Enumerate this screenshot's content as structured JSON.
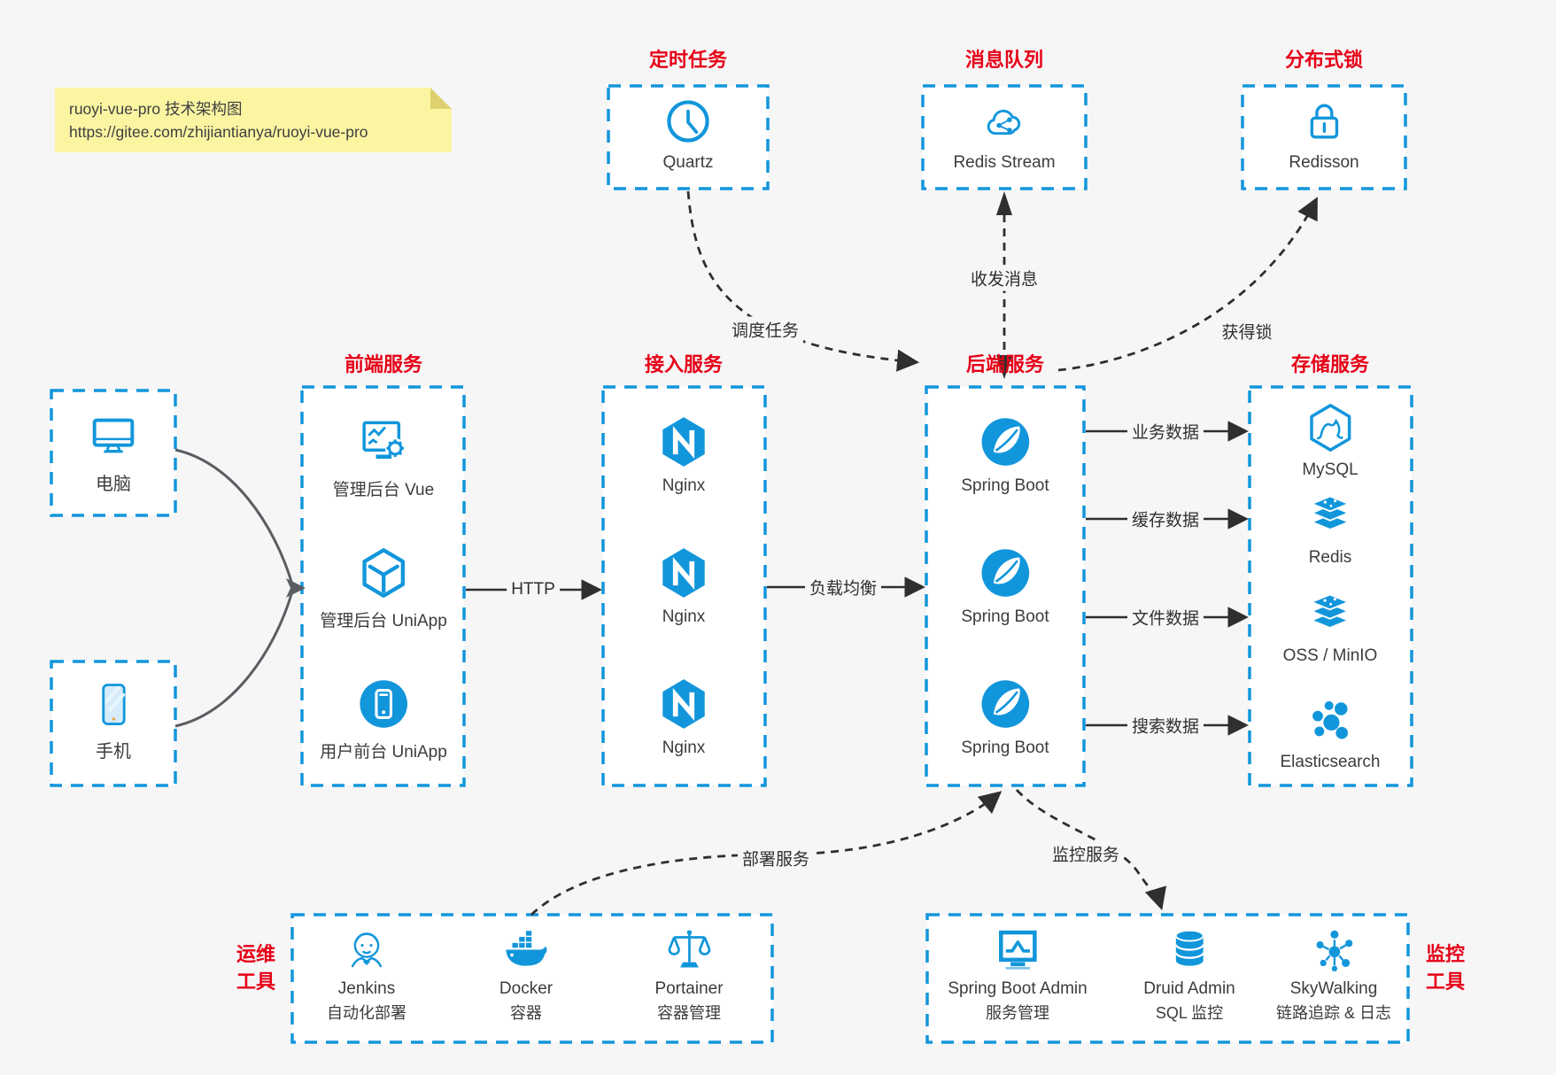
{
  "colors": {
    "accent_blue": "#1296db",
    "title_red": "#e60017",
    "note_yellow": "#fbf5a2",
    "arrow_dark": "#2f2f2f",
    "arrow_gray": "#5a5d61",
    "page_bg": "#f6f6f7"
  },
  "note": {
    "line1": "ruoyi-vue-pro 技术架构图",
    "line2": "https://gitee.com/zhijiantianya/ruoyi-vue-pro"
  },
  "top_services": [
    {
      "title": "定时任务",
      "item": "Quartz",
      "icon": "clock-icon"
    },
    {
      "title": "消息队列",
      "item": "Redis Stream",
      "icon": "cloud-stream-icon"
    },
    {
      "title": "分布式锁",
      "item": "Redisson",
      "icon": "lock-icon"
    }
  ],
  "clients": [
    {
      "label": "电脑",
      "icon": "desktop-icon"
    },
    {
      "label": "手机",
      "icon": "smartphone-icon"
    }
  ],
  "columns": [
    {
      "title": "前端服务",
      "items": [
        "管理后台 Vue",
        "管理后台 UniApp",
        "用户前台 UniApp"
      ]
    },
    {
      "title": "接入服务",
      "items": [
        "Nginx",
        "Nginx",
        "Nginx"
      ]
    },
    {
      "title": "后端服务",
      "items": [
        "Spring Boot",
        "Spring Boot",
        "Spring Boot"
      ]
    },
    {
      "title": "存储服务",
      "items": [
        "MySQL",
        "Redis",
        "OSS / MinIO",
        "Elasticsearch"
      ]
    }
  ],
  "edges": {
    "http": "HTTP",
    "load_balance": "负载均衡",
    "schedule": "调度任务",
    "message": "收发消息",
    "lock": "获得锁",
    "business": "业务数据",
    "cache": "缓存数据",
    "file": "文件数据",
    "search": "搜索数据",
    "deploy": "部署服务",
    "monitor": "监控服务"
  },
  "ops_tools": {
    "label_line1": "运维",
    "label_line2": "工具",
    "items": [
      {
        "name": "Jenkins",
        "desc": "自动化部署",
        "icon": "jenkins-icon"
      },
      {
        "name": "Docker",
        "desc": "容器",
        "icon": "docker-icon"
      },
      {
        "name": "Portainer",
        "desc": "容器管理",
        "icon": "portainer-icon"
      }
    ]
  },
  "monitor_tools": {
    "label_line1": "监控",
    "label_line2": "工具",
    "items": [
      {
        "name": "Spring Boot Admin",
        "desc": "服务管理",
        "icon": "admin-monitor-icon"
      },
      {
        "name": "Druid Admin",
        "desc": "SQL 监控",
        "icon": "database-icon"
      },
      {
        "name": "SkyWalking",
        "desc": "链路追踪 & 日志",
        "icon": "topology-icon"
      }
    ]
  }
}
